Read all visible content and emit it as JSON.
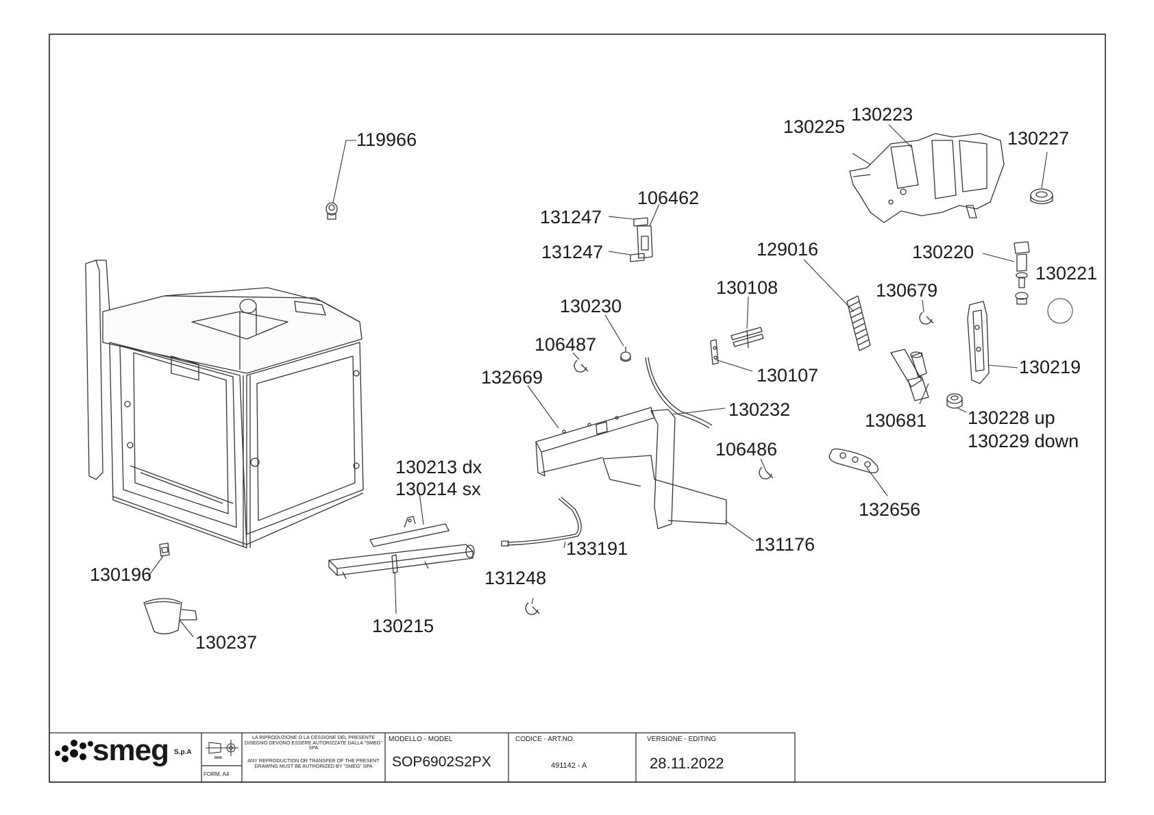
{
  "parts": [
    {
      "id": "p119966",
      "label": "119966"
    },
    {
      "id": "p130225",
      "label": "130225"
    },
    {
      "id": "p130223",
      "label": "130223"
    },
    {
      "id": "p130227",
      "label": "130227"
    },
    {
      "id": "p106462",
      "label": "106462"
    },
    {
      "id": "p131247a",
      "label": "131247"
    },
    {
      "id": "p131247b",
      "label": "131247"
    },
    {
      "id": "p129016",
      "label": "129016"
    },
    {
      "id": "p130220",
      "label": "130220"
    },
    {
      "id": "p130221",
      "label": "130221"
    },
    {
      "id": "p130108",
      "label": "130108"
    },
    {
      "id": "p130679",
      "label": "130679"
    },
    {
      "id": "p130230",
      "label": "130230"
    },
    {
      "id": "p106487",
      "label": "106487"
    },
    {
      "id": "p130107",
      "label": "130107"
    },
    {
      "id": "p130219",
      "label": "130219"
    },
    {
      "id": "p132669",
      "label": "132669"
    },
    {
      "id": "p130232",
      "label": "130232"
    },
    {
      "id": "p130681",
      "label": "130681"
    },
    {
      "id": "p130228",
      "label": "130228 up"
    },
    {
      "id": "p130229",
      "label": "130229 down"
    },
    {
      "id": "p106486",
      "label": "106486"
    },
    {
      "id": "p130213",
      "label": "130213 dx"
    },
    {
      "id": "p130214",
      "label": "130214 sx"
    },
    {
      "id": "p132656",
      "label": "132656"
    },
    {
      "id": "p131176",
      "label": "131176"
    },
    {
      "id": "p133191",
      "label": "133191"
    },
    {
      "id": "p130196",
      "label": "130196"
    },
    {
      "id": "p131248",
      "label": "131248"
    },
    {
      "id": "p130215",
      "label": "130215"
    },
    {
      "id": "p130237",
      "label": "130237"
    }
  ],
  "title_block": {
    "logo_text": "smeg",
    "logo_suffix": "S.p.A",
    "unit": "mm",
    "form": "FORM. A4",
    "notice_it": "LA RIPRODUZIONE O LA CESSIONE DEL PRESENTE DISEGNO DEVONO ESSERE AUTORIZZATE DALLA \"SMEG\" SPA",
    "notice_en": "ANY REPRODUCTION OR TRANSFER OF THE PRESENT DRAWING MUST BE AUTHORIZED BY \"SMEG\" SPA",
    "model_header": "MODELLO - MODEL",
    "model_value": "SOP6902S2PX",
    "code_header": "CODICE - ART.NO.",
    "code_value": "491142 - A",
    "version_header": "VERSIONE - EDITING",
    "version_value": "28.11.2022"
  }
}
